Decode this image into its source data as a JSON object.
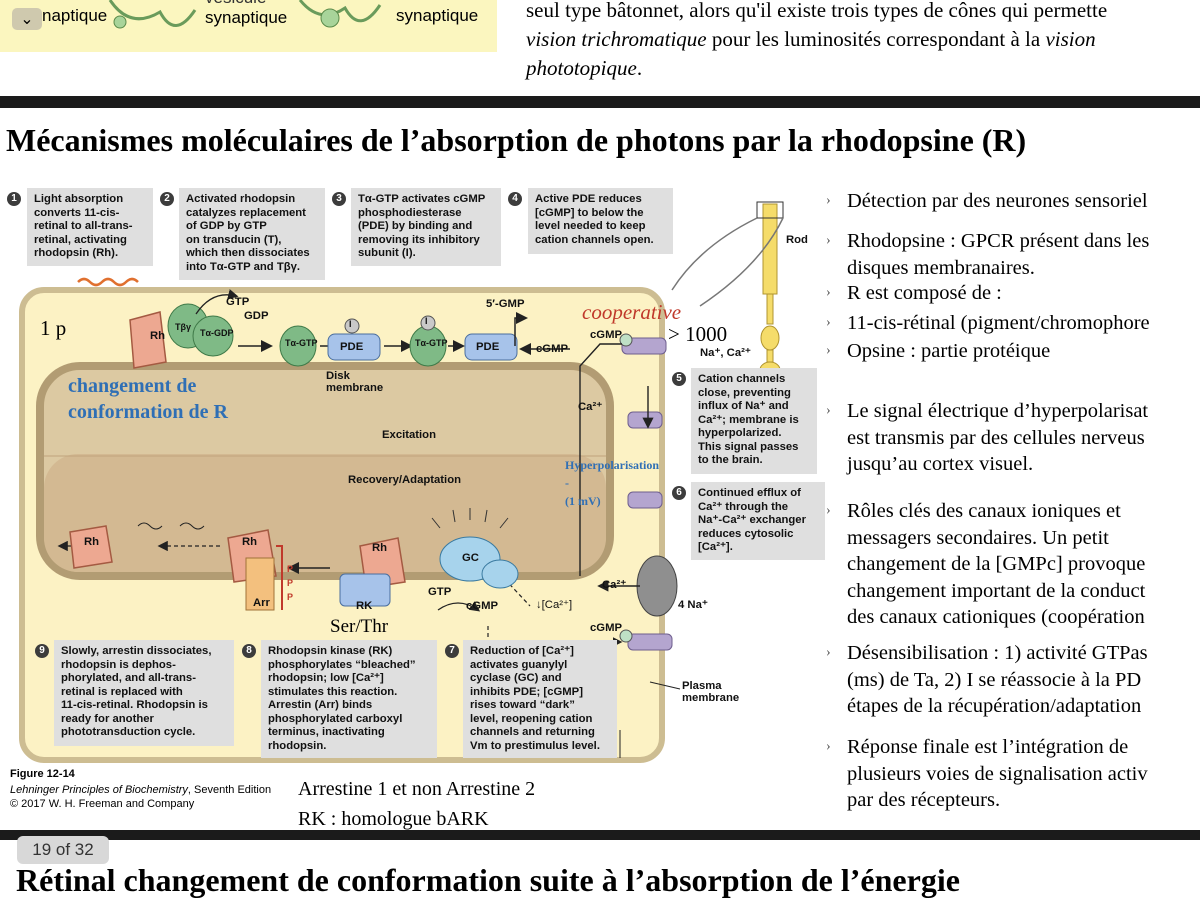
{
  "top_figure": {
    "collapse_icon": "chevron-down-icon",
    "labels": [
      "naptique",
      "synaptique",
      "synaptique"
    ],
    "partial_label": "vesicule"
  },
  "top_text": {
    "line1": "seul type bâtonnet, alors qu'il existe trois types de cônes qui permette",
    "line2_italic": "vision trichromatique",
    "line2_rest": " pour les luminosités correspondant à la ",
    "line2_italic2": "vision",
    "line3_italic": "phototopique",
    "line3_rest": "."
  },
  "title1": "Mécanismes moléculaires de l’absorption de photons par la rhodopsine (R)",
  "callouts": {
    "c1": {
      "num": "1",
      "lines": [
        "Light absorption",
        "converts 11-cis-",
        "retinal to all-trans-",
        "retinal, activating",
        "rhodopsin (Rh)."
      ]
    },
    "c2": {
      "num": "2",
      "lines": [
        "Activated rhodopsin",
        "catalyzes replacement",
        "of GDP by GTP",
        "on transducin (T),",
        "which then dissociates",
        "into Tα-GTP and Tβγ."
      ]
    },
    "c3": {
      "num": "3",
      "lines": [
        "Tα-GTP activates cGMP",
        "phosphodiesterase",
        "(PDE) by binding and",
        "removing its inhibitory",
        "subunit (I)."
      ]
    },
    "c4": {
      "num": "4",
      "lines": [
        "Active PDE reduces",
        "[cGMP] to below the",
        "level needed to keep",
        "cation channels open."
      ]
    },
    "c5": {
      "num": "5",
      "lines": [
        "Cation channels",
        "close, preventing",
        "influx of Na⁺ and",
        "Ca²⁺; membrane is",
        "hyperpolarized.",
        "This signal passes",
        "to the brain."
      ]
    },
    "c6": {
      "num": "6",
      "lines": [
        "Continued efflux of",
        "Ca²⁺ through the",
        "Na⁺-Ca²⁺ exchanger",
        "reduces cytosolic",
        "[Ca²⁺]."
      ]
    },
    "c7": {
      "num": "7",
      "lines": [
        "Reduction of [Ca²⁺]",
        "activates guanylyl",
        "cyclase (GC) and",
        "inhibits PDE; [cGMP]",
        "rises toward “dark”",
        "level, reopening cation",
        "channels and returning",
        "Vm to prestimulus level."
      ]
    },
    "c8": {
      "num": "8",
      "lines": [
        "Rhodopsin kinase (RK)",
        "phosphorylates “bleached”",
        "rhodopsin; low [Ca²⁺]",
        "stimulates this reaction.",
        "Arrestin (Arr) binds",
        "phosphorylated carboxyl",
        "terminus, inactivating",
        "rhodopsin."
      ]
    },
    "c9": {
      "num": "9",
      "lines": [
        "Slowly, arrestin dissociates,",
        "rhodopsin is dephos-",
        "phorylated, and all-trans-",
        "retinal is replaced with",
        "11-cis-retinal. Rhodopsin is",
        "ready for another",
        "phototransduction cycle."
      ]
    }
  },
  "figure_labels": {
    "gtp": "GTP",
    "gdp": "GDP",
    "five_gmp": "5′-GMP",
    "cgmp": "cGMP",
    "rod": "Rod",
    "na_ca": "Na⁺, Ca²⁺",
    "ca": "Ca²⁺",
    "na4": "4 Na⁺",
    "disk_membrane": "Disk membrane",
    "excitation": "Excitation",
    "recovery": "Recovery/Adaptation",
    "plasma_membrane": "Plasma membrane",
    "rh": "Rh",
    "pde": "PDE",
    "i": "I",
    "t_beta": "Tβγ",
    "t_alpha_gdp": "Tα-GDP",
    "t_alpha_gtp": "Tα-GTP",
    "arr": "Arr",
    "rk": "RK",
    "gc": "GC",
    "p": "P",
    "ca_down": "↓[Ca²⁺]"
  },
  "annotations": {
    "one_p": "1 p",
    "cooperative": "cooperative",
    "gt1000": "> 1000",
    "conformation_1": "changement de",
    "conformation_2": "conformation de R",
    "hyper_1": "Hyperpolarisation",
    "hyper_2": "-",
    "hyper_3": "(1 mV)",
    "ser_thr": "Ser/Thr",
    "arrestine": "Arrestine 1 et non Arrestine 2",
    "rk_homologue": "RK : homologue bARK"
  },
  "figure_caption": {
    "number": "Figure 12-14",
    "book": "Lehninger Principles of Biochemistry",
    "edition": ", Seventh Edition",
    "copyright": "© 2017 W. H. Freeman and Company"
  },
  "bullets": [
    {
      "lines": [
        "Détection par des neurones sensoriel"
      ]
    },
    {
      "lines": [
        "Rhodopsine : GPCR présent dans les",
        "disques membranaires."
      ]
    },
    {
      "lines": [
        "R est composé de :"
      ]
    },
    {
      "lines": [
        "11-cis-rétinal (pigment/chromophore"
      ]
    },
    {
      "lines": [
        "Opsine : partie protéique"
      ]
    },
    {
      "lines": [
        "Le signal électrique d’hyperpolarisat",
        "est transmis par des cellules nerveus",
        "jusqu’au cortex visuel."
      ]
    },
    {
      "lines": [
        "Rôles clés des canaux ioniques et",
        "messagers secondaires. Un petit",
        "changement de la [GMPc] provoque",
        "changement important de la conduct",
        "des canaux cationiques (coopération"
      ]
    },
    {
      "lines": [
        "Désensibilisation : 1) activité GTPas",
        "(ms) de Ta, 2) I se réassocie à la PD",
        "étapes de la récupération/adaptation"
      ]
    },
    {
      "lines": [
        "Réponse finale est l’intégration de",
        "plusieurs voies de signalisation activ",
        "par des récepteurs."
      ]
    }
  ],
  "bullet_dot": "›",
  "slide_indicator": "19 of 32",
  "title2": "Rétinal changement de conformation suite à l’absorption de l’énergie",
  "colors": {
    "band": "#1b1b1b",
    "rhodopsin": "#eda891",
    "transducin": "#7fba86",
    "pde": "#a7c3ea",
    "cell_bg": "#fcf2c4",
    "accent_red": "#c0392b",
    "note_blue": "#2f6fb5"
  }
}
